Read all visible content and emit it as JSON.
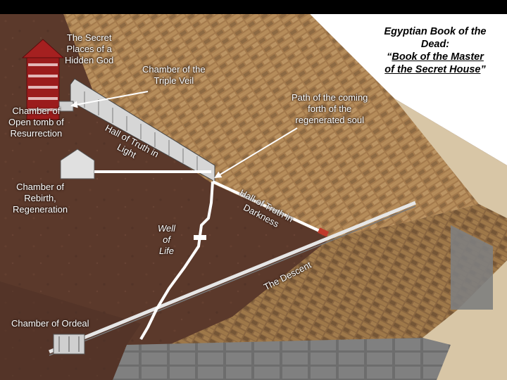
{
  "title": {
    "line1": "Egyptian Book of the",
    "line2": "Dead:",
    "line3_prefix": "“",
    "line3_book": "Book of the Master",
    "line4_book": "of the Secret House",
    "line4_suffix": "”"
  },
  "labels": {
    "secret_places": [
      "The Secret",
      "Places of a",
      "Hidden God"
    ],
    "triple_veil": [
      "Chamber of the",
      "Triple Veil"
    ],
    "path_soul": [
      "Path of the coming",
      "forth of the",
      "regenerated soul"
    ],
    "open_tomb": [
      "Chamber of",
      "Open tomb of",
      "Resurrection"
    ],
    "hall_light": [
      "Hall of Truth in",
      "Light"
    ],
    "rebirth": [
      "Chamber of",
      "Rebirth,",
      "Regeneration"
    ],
    "hall_dark": [
      "Hall of Truth in",
      "Darkness"
    ],
    "well": [
      "Well",
      "of",
      "Life"
    ],
    "descent": "The Descent",
    "ordeal": "Chamber of Ordeal"
  },
  "colors": {
    "rock": "#5b392b",
    "pyramid": "#a87f52",
    "arrow": "#ffffff"
  }
}
